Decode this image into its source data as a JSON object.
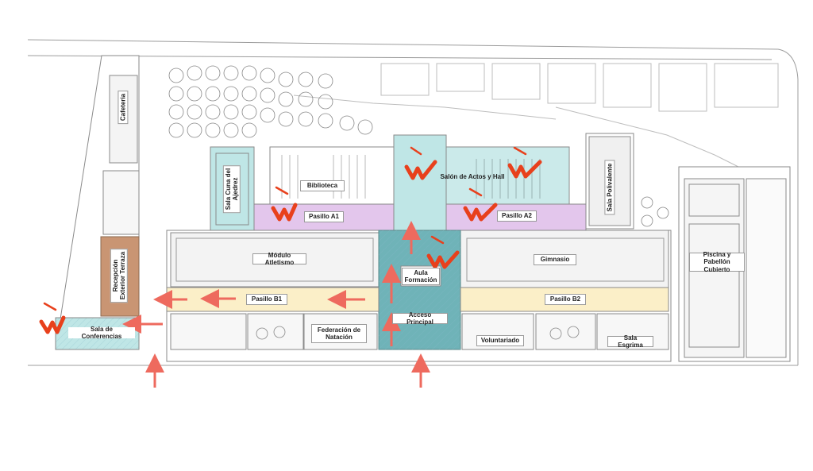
{
  "labels": {
    "cafeteria": "Cafeteria",
    "sala_cuna": "Sala Cuna del\nAjedrez",
    "biblioteca": "Biblioteca",
    "salon_actos": "Salón de Actos y Hall",
    "sala_polivalente": "Sala Polivalente",
    "pasillo_a1": "Pasillo A1",
    "pasillo_a2": "Pasillo A2",
    "modulo_atletismo": "Módulo Atletismo",
    "aula_formacion": "Aula\nFormación",
    "gimnasio": "Gimnasio",
    "piscina": "Piscina y Pabellón\nCubierto",
    "recepcion": "Recepción\nExterior Terraza",
    "pasillo_b1": "Pasillo B1",
    "pasillo_b2": "Pasillo B2",
    "acceso_principal": "Acceso Principal",
    "sala_conferencias": "Sala de Conferencias",
    "federacion": "Federación de\nNatación",
    "voluntariado": "Voluntariado",
    "sala_esgrima": "Sala Esgrima"
  },
  "colors": {
    "cyan_zone": "#bfe6e6",
    "pasillo_a": "#e3c6ec",
    "pasillo_b": "#fbefc8",
    "acceso": "#6fb3b8",
    "recepcion": "#c99573",
    "arrow": "#ee6a5e",
    "wifi_mark": "#e8401c",
    "wall": "#8a8a8a"
  },
  "icons": {
    "entry_arrow": "arrow-icon",
    "access_point": "wifi-access-point-icon"
  }
}
